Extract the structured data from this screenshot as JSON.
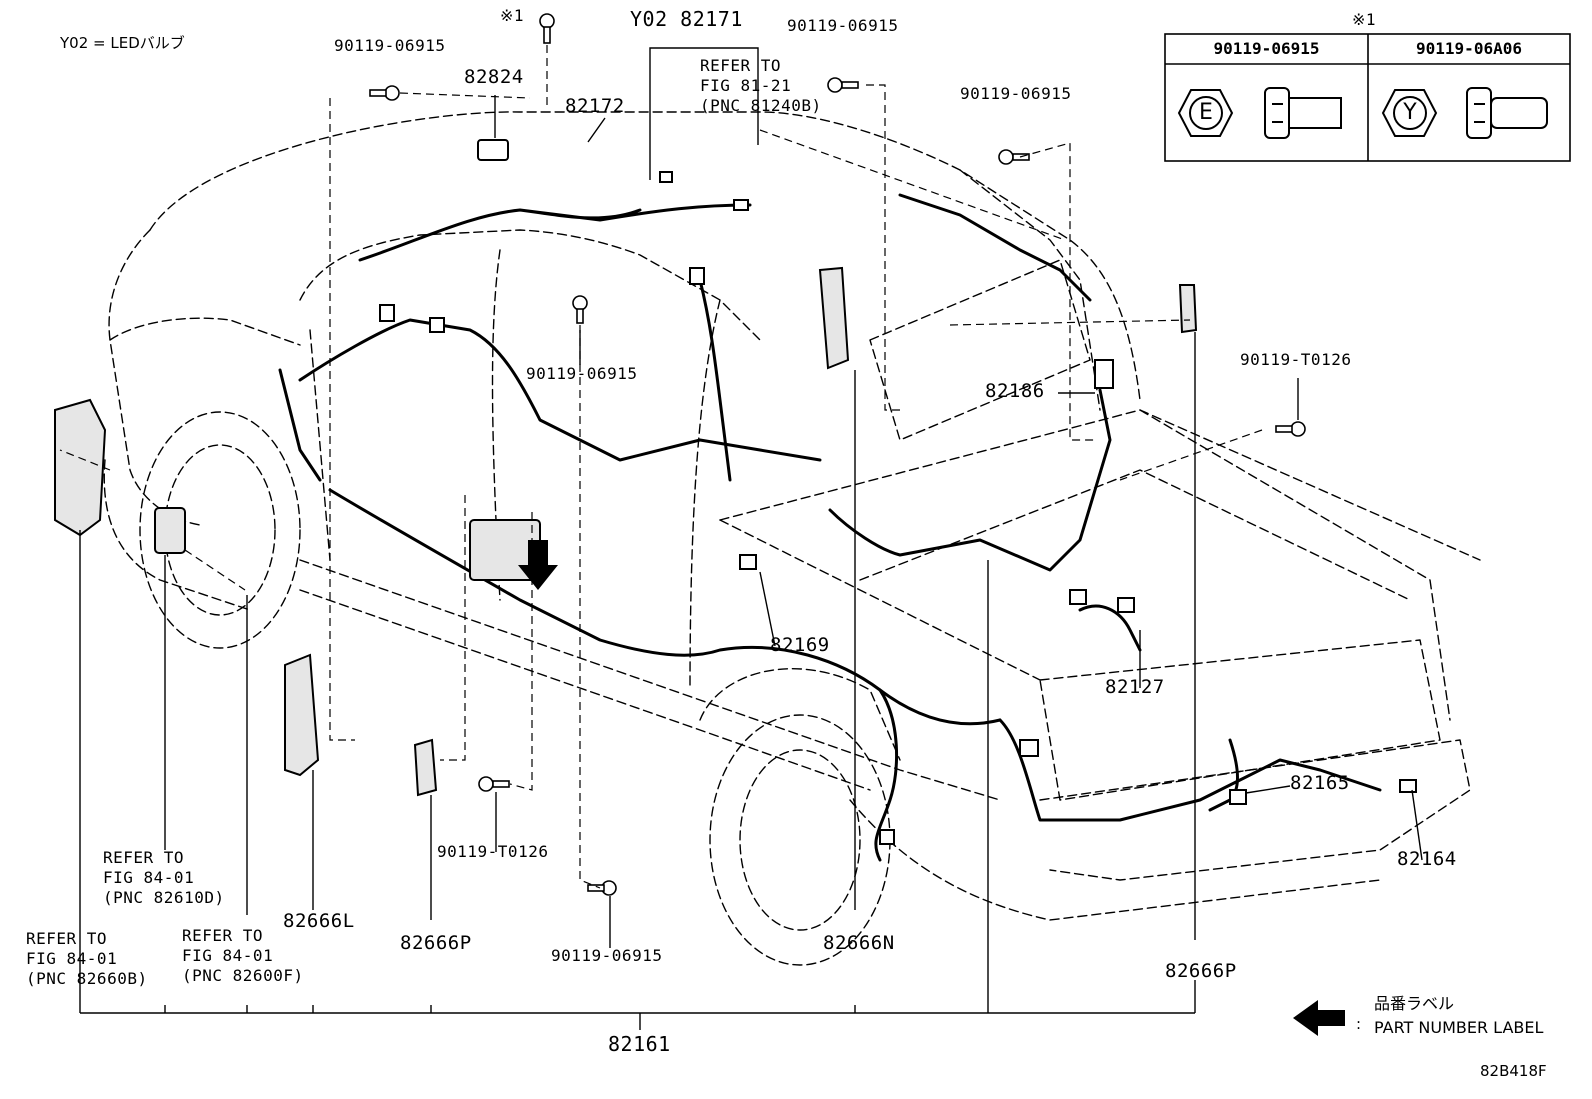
{
  "legend_note": "Y02 = LEDバルブ",
  "fig_code": "82B418F",
  "part_number_label": {
    "jp": "品番ラベル",
    "en": "PART NUMBER LABEL",
    "colon": ":"
  },
  "star_table": {
    "mark": "※1",
    "col1": "90119-06915",
    "col2": "90119-06A06",
    "symbol1": "E",
    "symbol2": "Y"
  },
  "labels": {
    "star_top": "※1",
    "y02_82171": "Y02 82171",
    "refer_81_21": "REFER TO\nFIG 81-21\n(PNC 81240B)",
    "bolt_top_left": "90119-06915",
    "bolt_top_mid": "90119-06915",
    "bolt_top_right": "90119-06915",
    "p82824": "82824",
    "p82172": "82172",
    "bolt_center": "90119-06915",
    "p82186": "82186",
    "bolt_t0126_right": "90119-T0126",
    "p82169": "82169",
    "p82127": "82127",
    "p82165": "82165",
    "p82164": "82164",
    "refer_84_01_d": "REFER TO\nFIG 84-01\n(PNC 82610D)",
    "refer_84_01_b": "REFER TO\nFIG 84-01\n(PNC 82660B)",
    "refer_84_01_f": "REFER TO\nFIG 84-01\n(PNC 82600F)",
    "p82666L": "82666L",
    "p82666P_left": "82666P",
    "bolt_t0126_lower": "90119-T0126",
    "bolt_bottom": "90119-06915",
    "p82666N": "82666N",
    "p82666P_right": "82666P",
    "p82161": "82161"
  }
}
